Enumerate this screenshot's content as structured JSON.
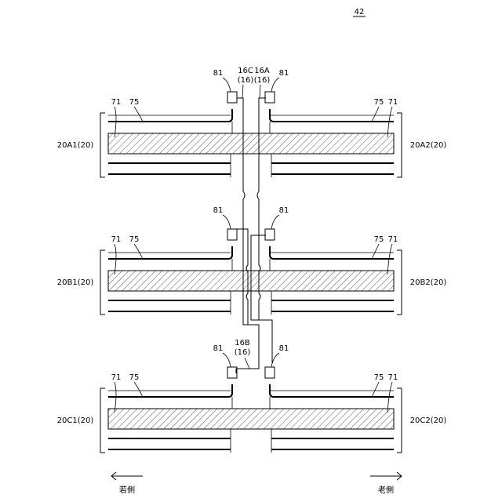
{
  "figure_number": "42",
  "bands": [
    {
      "id": "A",
      "left_label": "20A1(20)",
      "right_label": "20A2(20)",
      "ref_left_71": "71",
      "ref_left_75": "75",
      "ref_right_75": "75",
      "ref_right_71": "71",
      "connector_left": "81",
      "connector_right": "81"
    },
    {
      "id": "B",
      "left_label": "20B1(20)",
      "right_label": "20B2(20)",
      "ref_left_71": "71",
      "ref_left_75": "75",
      "ref_right_75": "75",
      "ref_right_71": "71",
      "connector_left": "81",
      "connector_right": "81"
    },
    {
      "id": "C",
      "left_label": "20C1(20)",
      "right_label": "20C2(20)",
      "ref_left_71": "71",
      "ref_left_75": "75",
      "ref_right_75": "75",
      "ref_right_71": "71",
      "connector_left": "81",
      "connector_right": "81"
    }
  ],
  "cables": {
    "c16c_line1": "16C",
    "c16c_line2": "(16)",
    "c16a_line1": "16A",
    "c16a_line2": "(16)",
    "c16b_line1": "16B",
    "c16b_line2": "(16)"
  },
  "direction": {
    "left_label": "若側",
    "right_label": "老側"
  }
}
